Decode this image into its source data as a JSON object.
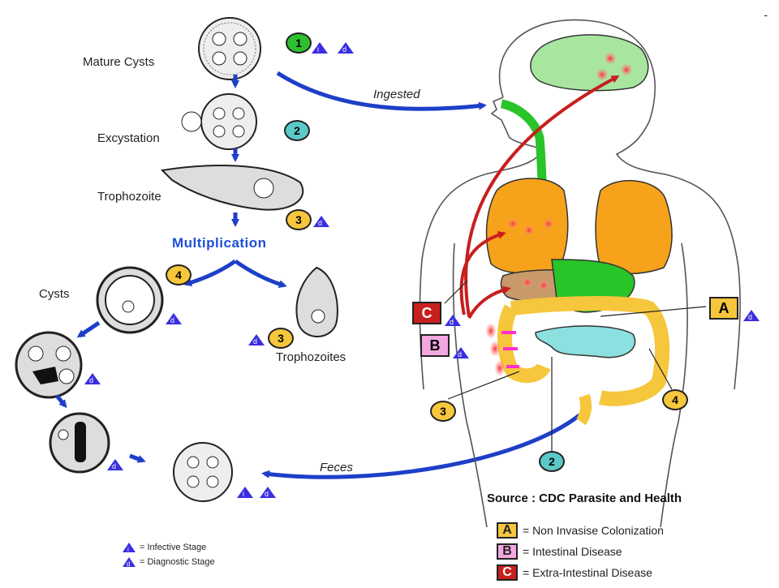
{
  "labels": {
    "mature_cysts": "Mature Cysts",
    "excystation": "Excystation",
    "trophozoite": "Trophozoite",
    "multiplication": "Multiplication",
    "cysts": "Cysts",
    "trophozoites": "Trophozoites",
    "ingested": "Ingested",
    "feces": "Feces",
    "source": "Source : CDC Parasite and Health",
    "corner_mark": "-"
  },
  "stages": {
    "s1": "1",
    "s2": "2",
    "s3": "3",
    "s4": "4"
  },
  "tri_letters": {
    "infective": "i",
    "diagnostic": "d"
  },
  "boxes": {
    "a": "A",
    "b": "B",
    "c": "C"
  },
  "legend_boxes": [
    {
      "letter": "A",
      "text": "= Non Invasise Colonization",
      "color": "#f6c63c"
    },
    {
      "letter": "B",
      "text": "= Intestinal Disease",
      "color": "#f3a6e0"
    },
    {
      "letter": "C",
      "text": "= Extra-Intestinal Disease",
      "color": "#c8201f"
    }
  ],
  "legend_triangles": [
    {
      "letter": "i",
      "text": "= Infective Stage"
    },
    {
      "letter": "d",
      "text": "= Diagnostic Stage"
    }
  ],
  "colors": {
    "arrow_blue": "#1e3fc8",
    "stage_green": "#2ec02e",
    "stage_teal": "#5cc8c8",
    "stage_yellow": "#f6c63c",
    "triangle_purple": "#3a2ee0",
    "lung_orange": "#f6a21a",
    "brain_green": "#a8e6a0",
    "tract_green": "#28c428",
    "colon_yellow": "#f6c63c",
    "small_int_cyan": "#8ce0e0",
    "liver_brown": "#c89a6a",
    "blood_red": "#c81e1e"
  }
}
